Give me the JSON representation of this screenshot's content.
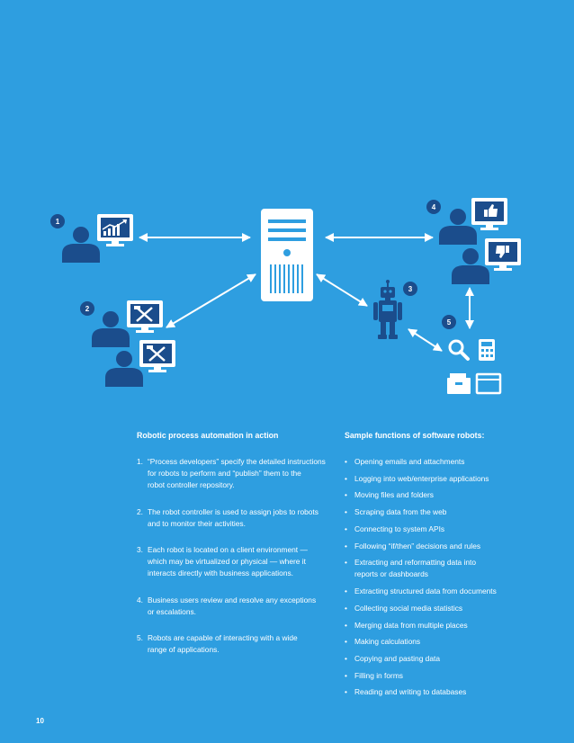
{
  "diagram": {
    "markers": [
      "1",
      "2",
      "3",
      "4",
      "5"
    ]
  },
  "left_column": {
    "heading": "Robotic process automation in action",
    "steps": [
      {
        "num": "1.",
        "text": "“Process developers” specify the detailed instructions\nfor robots to perform and “publish” them to the\nrobot controller repository."
      },
      {
        "num": "2.",
        "text": "The robot controller is used to assign jobs to robots\nand to monitor their activities."
      },
      {
        "num": "3.",
        "text": "Each robot is located on a client environment —\nwhich may be virtualized or physical — where it\ninteracts directly with business applications."
      },
      {
        "num": "4.",
        "text": "Business users review and resolve any exceptions\nor escalations."
      },
      {
        "num": "5.",
        "text": "Robots are capable of interacting with a wide\nrange of applications."
      }
    ]
  },
  "right_column": {
    "heading": "Sample functions of software robots:",
    "bullet": "•",
    "items": [
      "Opening emails and attachments",
      "Logging into web/enterprise applications",
      "Moving files and folders",
      "Scraping data from the web",
      "Connecting to system APIs",
      "Following “if/then” decisions and rules",
      "Extracting and reformatting data into\nreports or dashboards",
      "Extracting structured data from documents",
      "Collecting social media statistics",
      "Merging data from multiple places",
      "Making calculations",
      "Copying and pasting data",
      "Filling in forms",
      "Reading and writing to databases"
    ]
  },
  "footer": {
    "page_number": "10"
  },
  "colors": {
    "background": "#2e9ee0",
    "dark": "#1b4d8c",
    "marker": "#1b4d8c",
    "white": "#ffffff"
  },
  "icons": [
    "person-icon",
    "monitor-chart-icon",
    "monitor-tools-icon",
    "monitor-thumbs-up-icon",
    "monitor-thumbs-down-icon",
    "server-icon",
    "robot-icon",
    "magnifier-icon",
    "calculator-icon",
    "file-box-icon",
    "browser-window-icon"
  ]
}
